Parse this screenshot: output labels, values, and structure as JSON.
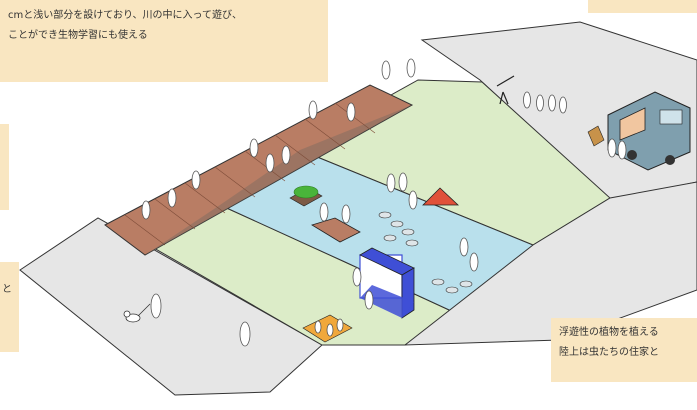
{
  "colors": {
    "note_bg": "#f9e6c1",
    "paved_ground": "#e6e6e6",
    "grass": "#dcecc8",
    "water": "#b9e0ec",
    "boardwalk": "#b97d64",
    "van_body": "#7f9fae",
    "booth_blue": "#3f4fd6",
    "tent_red": "#e0513a",
    "tree_green": "#49b43a",
    "mat_orange": "#f0a83c"
  },
  "notes": {
    "top_left": {
      "line1": "cmと浅い部分を設けており、川の中に入って遊び、",
      "line2": "ことができ生物学習にも使える"
    },
    "bottom_right": {
      "line1": "浮遊性の植物を植える",
      "line2": "陸上は虫たちの住家と"
    }
  },
  "side_marks": {
    "left_mid": "と"
  },
  "icons": {
    "telescope": "telescope-icon",
    "food_truck": "food-truck-icon",
    "booth": "booth-icon",
    "tent": "tent-icon",
    "dog": "dog-icon"
  }
}
